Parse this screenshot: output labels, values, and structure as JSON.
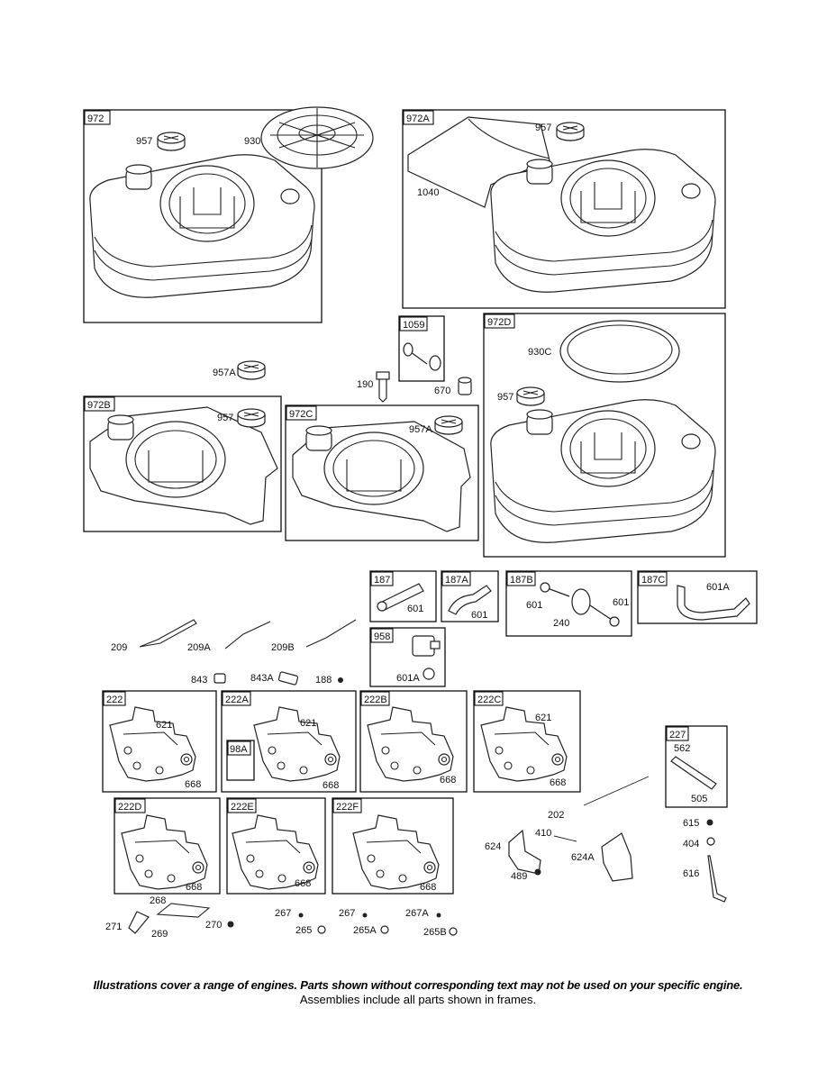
{
  "frames": {
    "f972": "972",
    "f972A": "972A",
    "f972B": "972B",
    "f972C": "972C",
    "f972D": "972D",
    "f1059": "1059",
    "f187": "187",
    "f187A": "187A",
    "f187B": "187B",
    "f187C": "187C",
    "f958": "958",
    "f222": "222",
    "f222A": "222A",
    "f98A": "98A",
    "f222B": "222B",
    "f222C": "222C",
    "f222D": "222D",
    "f222E": "222E",
    "f222F": "222F",
    "f227": "227"
  },
  "parts": {
    "p957_a": "957",
    "p930": "930",
    "p957_b": "957",
    "p1040": "1040",
    "p957A_a": "957A",
    "p190": "190",
    "p670": "670",
    "p930C": "930C",
    "p957_c": "957",
    "p957_d": "957",
    "p957A_b": "957A",
    "p601_a": "601",
    "p601_b": "601",
    "p601_c": "601",
    "p601_d": "601",
    "p240": "240",
    "p601A_a": "601A",
    "p601A_b": "601A",
    "p209": "209",
    "p209A": "209A",
    "p209B": "209B",
    "p843": "843",
    "p843A": "843A",
    "p188": "188",
    "p621_a": "621",
    "p668_a": "668",
    "p621_b": "621",
    "p668_b": "668",
    "p668_c": "668",
    "p621_c": "621",
    "p668_d": "668",
    "p562": "562",
    "p505": "505",
    "p615": "615",
    "p404": "404",
    "p616": "616",
    "p202": "202",
    "p410": "410",
    "p624": "624",
    "p624A": "624A",
    "p489": "489",
    "p668_e": "668",
    "p668_f": "668",
    "p668_g": "668",
    "p268": "268",
    "p271": "271",
    "p269": "269",
    "p270": "270",
    "p267_a": "267",
    "p267_b": "267",
    "p267A": "267A",
    "p265": "265",
    "p265A": "265A",
    "p265B": "265B"
  },
  "footer": {
    "line1": "Illustrations cover a range of engines. Parts shown without corresponding text may not be used on your specific engine.",
    "line2": "Assemblies include all parts shown in frames."
  }
}
